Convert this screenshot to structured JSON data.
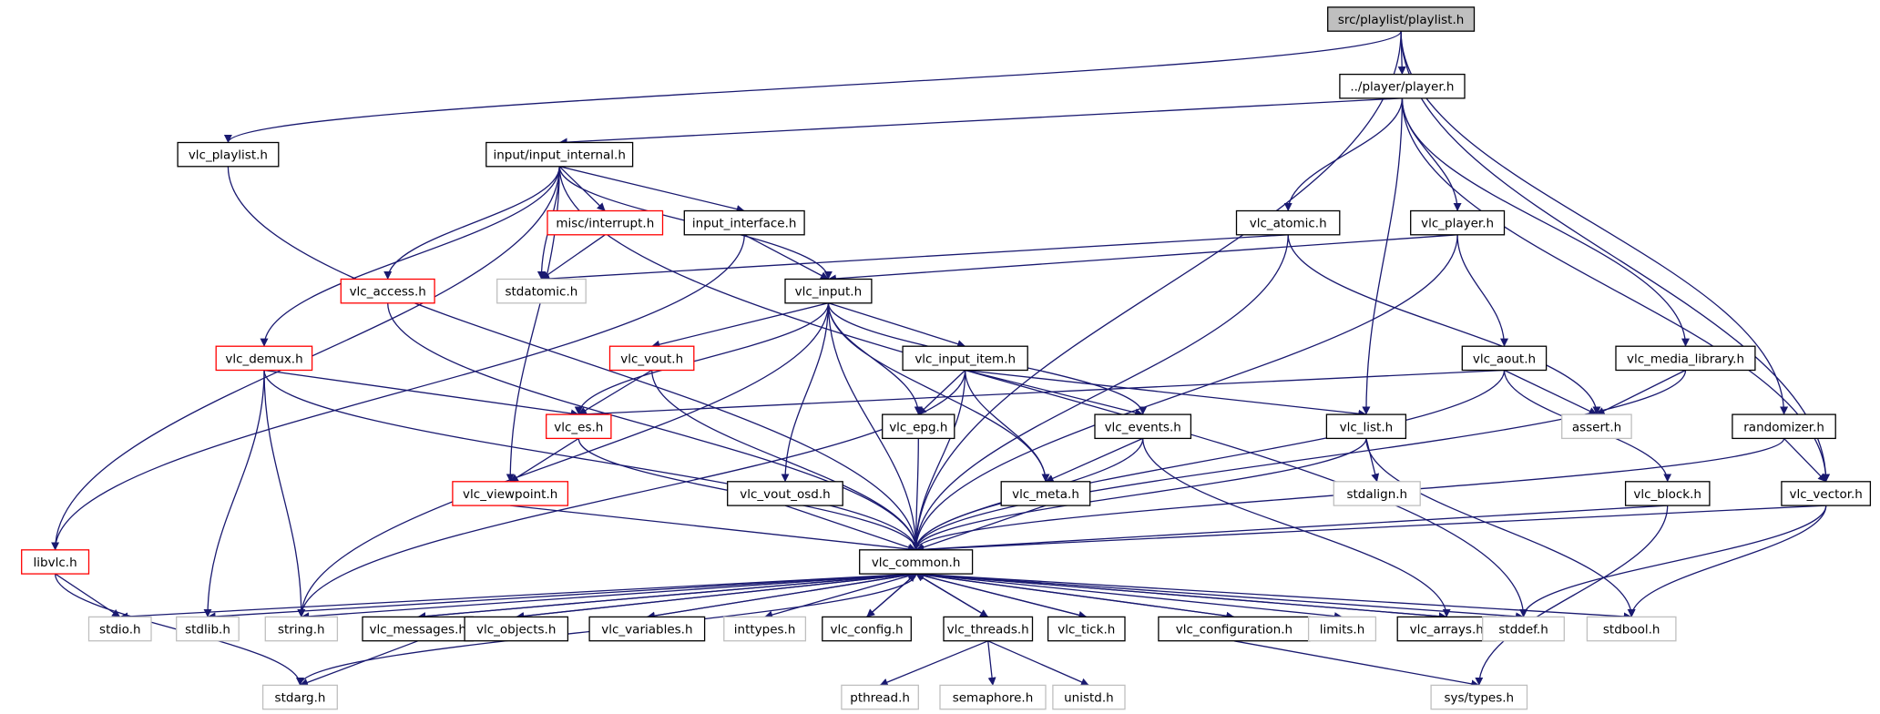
{
  "colors": {
    "edge": "#191970",
    "border_normal": "#000000",
    "border_missing": "#bfbfbf",
    "border_truncated": "#ff0000",
    "fill_root": "#bfbfbf",
    "fill_normal": "#ffffff",
    "text": "#000000"
  },
  "graph": {
    "nodes": [
      {
        "id": "root",
        "label": "src/playlist/playlist.h",
        "style": "root"
      },
      {
        "id": "player",
        "label": "../player/player.h",
        "style": "normal"
      },
      {
        "id": "vlc_playlist",
        "label": "vlc_playlist.h",
        "style": "normal"
      },
      {
        "id": "input_internal",
        "label": "input/input_internal.h",
        "style": "normal"
      },
      {
        "id": "interrupt",
        "label": "misc/interrupt.h",
        "style": "truncated"
      },
      {
        "id": "input_interface",
        "label": "input_interface.h",
        "style": "normal"
      },
      {
        "id": "vlc_atomic",
        "label": "vlc_atomic.h",
        "style": "normal"
      },
      {
        "id": "vlc_player",
        "label": "vlc_player.h",
        "style": "normal"
      },
      {
        "id": "vlc_access",
        "label": "vlc_access.h",
        "style": "truncated"
      },
      {
        "id": "stdatomic",
        "label": "stdatomic.h",
        "style": "missing"
      },
      {
        "id": "vlc_input",
        "label": "vlc_input.h",
        "style": "normal"
      },
      {
        "id": "vlc_demux",
        "label": "vlc_demux.h",
        "style": "truncated"
      },
      {
        "id": "vlc_vout",
        "label": "vlc_vout.h",
        "style": "truncated"
      },
      {
        "id": "vlc_input_item",
        "label": "vlc_input_item.h",
        "style": "normal"
      },
      {
        "id": "vlc_aout",
        "label": "vlc_aout.h",
        "style": "normal"
      },
      {
        "id": "vlc_media_library",
        "label": "vlc_media_library.h",
        "style": "normal"
      },
      {
        "id": "vlc_es",
        "label": "vlc_es.h",
        "style": "truncated"
      },
      {
        "id": "vlc_epg",
        "label": "vlc_epg.h",
        "style": "normal"
      },
      {
        "id": "vlc_events",
        "label": "vlc_events.h",
        "style": "normal"
      },
      {
        "id": "vlc_list",
        "label": "vlc_list.h",
        "style": "normal"
      },
      {
        "id": "assert",
        "label": "assert.h",
        "style": "missing"
      },
      {
        "id": "randomizer",
        "label": "randomizer.h",
        "style": "normal"
      },
      {
        "id": "vlc_viewpoint",
        "label": "vlc_viewpoint.h",
        "style": "truncated"
      },
      {
        "id": "vlc_vout_osd",
        "label": "vlc_vout_osd.h",
        "style": "normal"
      },
      {
        "id": "vlc_meta",
        "label": "vlc_meta.h",
        "style": "normal"
      },
      {
        "id": "stdalign",
        "label": "stdalign.h",
        "style": "missing"
      },
      {
        "id": "vlc_block",
        "label": "vlc_block.h",
        "style": "normal"
      },
      {
        "id": "vlc_vector",
        "label": "vlc_vector.h",
        "style": "normal"
      },
      {
        "id": "libvlc",
        "label": "libvlc.h",
        "style": "truncated"
      },
      {
        "id": "vlc_common",
        "label": "vlc_common.h",
        "style": "normal"
      },
      {
        "id": "stdio",
        "label": "stdio.h",
        "style": "missing"
      },
      {
        "id": "stdlib",
        "label": "stdlib.h",
        "style": "missing"
      },
      {
        "id": "string",
        "label": "string.h",
        "style": "missing"
      },
      {
        "id": "vlc_messages",
        "label": "vlc_messages.h",
        "style": "normal"
      },
      {
        "id": "vlc_objects",
        "label": "vlc_objects.h",
        "style": "normal"
      },
      {
        "id": "vlc_variables",
        "label": "vlc_variables.h",
        "style": "normal"
      },
      {
        "id": "inttypes",
        "label": "inttypes.h",
        "style": "missing"
      },
      {
        "id": "vlc_config",
        "label": "vlc_config.h",
        "style": "normal"
      },
      {
        "id": "vlc_threads",
        "label": "vlc_threads.h",
        "style": "normal"
      },
      {
        "id": "vlc_tick",
        "label": "vlc_tick.h",
        "style": "normal"
      },
      {
        "id": "vlc_configuration",
        "label": "vlc_configuration.h",
        "style": "normal"
      },
      {
        "id": "limits",
        "label": "limits.h",
        "style": "missing"
      },
      {
        "id": "vlc_arrays",
        "label": "vlc_arrays.h",
        "style": "normal"
      },
      {
        "id": "stddef",
        "label": "stddef.h",
        "style": "missing"
      },
      {
        "id": "stdbool",
        "label": "stdbool.h",
        "style": "missing"
      },
      {
        "id": "stdarg",
        "label": "stdarg.h",
        "style": "missing"
      },
      {
        "id": "pthread",
        "label": "pthread.h",
        "style": "missing"
      },
      {
        "id": "semaphore",
        "label": "semaphore.h",
        "style": "missing"
      },
      {
        "id": "unistd",
        "label": "unistd.h",
        "style": "missing"
      },
      {
        "id": "sys_types",
        "label": "sys/types.h",
        "style": "missing"
      }
    ],
    "edges": [
      [
        "root",
        "player"
      ],
      [
        "root",
        "vlc_playlist"
      ],
      [
        "root",
        "vlc_common"
      ],
      [
        "root",
        "randomizer"
      ],
      [
        "root",
        "vlc_vector"
      ],
      [
        "player",
        "input_internal"
      ],
      [
        "player",
        "vlc_atomic"
      ],
      [
        "player",
        "vlc_player"
      ],
      [
        "player",
        "vlc_list"
      ],
      [
        "player",
        "vlc_media_library"
      ],
      [
        "player",
        "vlc_vector"
      ],
      [
        "vlc_playlist",
        "vlc_common"
      ],
      [
        "input_internal",
        "interrupt"
      ],
      [
        "input_internal",
        "input_interface"
      ],
      [
        "input_internal",
        "vlc_input"
      ],
      [
        "input_internal",
        "stdatomic"
      ],
      [
        "input_internal",
        "vlc_access"
      ],
      [
        "input_internal",
        "vlc_demux"
      ],
      [
        "input_internal",
        "vlc_viewpoint"
      ],
      [
        "input_internal",
        "libvlc"
      ],
      [
        "input_internal",
        "stddef"
      ],
      [
        "interrupt",
        "stdatomic"
      ],
      [
        "input_interface",
        "vlc_input"
      ],
      [
        "input_interface",
        "libvlc"
      ],
      [
        "vlc_atomic",
        "stdatomic"
      ],
      [
        "vlc_atomic",
        "assert"
      ],
      [
        "vlc_atomic",
        "vlc_common"
      ],
      [
        "vlc_player",
        "vlc_input"
      ],
      [
        "vlc_player",
        "vlc_aout"
      ],
      [
        "vlc_player",
        "vlc_common"
      ],
      [
        "vlc_access",
        "vlc_common"
      ],
      [
        "vlc_input",
        "vlc_vout"
      ],
      [
        "vlc_input",
        "vlc_es"
      ],
      [
        "vlc_input",
        "vlc_input_item"
      ],
      [
        "vlc_input",
        "vlc_epg"
      ],
      [
        "vlc_input",
        "vlc_events"
      ],
      [
        "vlc_input",
        "vlc_meta"
      ],
      [
        "vlc_input",
        "vlc_vout_osd"
      ],
      [
        "vlc_input",
        "vlc_common"
      ],
      [
        "vlc_input",
        "string"
      ],
      [
        "vlc_demux",
        "vlc_es"
      ],
      [
        "vlc_demux",
        "vlc_common"
      ],
      [
        "vlc_demux",
        "stdlib"
      ],
      [
        "vlc_demux",
        "string"
      ],
      [
        "vlc_vout",
        "vlc_es"
      ],
      [
        "vlc_vout",
        "vlc_common"
      ],
      [
        "vlc_input_item",
        "vlc_epg"
      ],
      [
        "vlc_input_item",
        "vlc_events"
      ],
      [
        "vlc_input_item",
        "vlc_list"
      ],
      [
        "vlc_input_item",
        "vlc_meta"
      ],
      [
        "vlc_input_item",
        "vlc_common"
      ],
      [
        "vlc_input_item",
        "string"
      ],
      [
        "vlc_aout",
        "vlc_es"
      ],
      [
        "vlc_aout",
        "assert"
      ],
      [
        "vlc_aout",
        "vlc_block"
      ],
      [
        "vlc_aout",
        "vlc_common"
      ],
      [
        "vlc_media_library",
        "assert"
      ],
      [
        "vlc_media_library",
        "vlc_common"
      ],
      [
        "vlc_es",
        "vlc_viewpoint"
      ],
      [
        "vlc_es",
        "vlc_common"
      ],
      [
        "vlc_epg",
        "vlc_common"
      ],
      [
        "vlc_events",
        "vlc_meta"
      ],
      [
        "vlc_events",
        "vlc_common"
      ],
      [
        "vlc_events",
        "vlc_arrays"
      ],
      [
        "vlc_list",
        "stdalign"
      ],
      [
        "vlc_list",
        "vlc_common"
      ],
      [
        "vlc_list",
        "stdbool"
      ],
      [
        "randomizer",
        "vlc_vector"
      ],
      [
        "randomizer",
        "vlc_common"
      ],
      [
        "vlc_viewpoint",
        "vlc_common"
      ],
      [
        "vlc_vout_osd",
        "vlc_common"
      ],
      [
        "vlc_meta",
        "vlc_common"
      ],
      [
        "vlc_block",
        "vlc_common"
      ],
      [
        "vlc_block",
        "sys_types"
      ],
      [
        "vlc_vector",
        "vlc_common"
      ],
      [
        "vlc_vector",
        "stddef"
      ],
      [
        "vlc_vector",
        "stdbool"
      ],
      [
        "libvlc",
        "stdio"
      ],
      [
        "libvlc",
        "stdarg"
      ],
      [
        "vlc_common",
        "stdio"
      ],
      [
        "vlc_common",
        "stdlib"
      ],
      [
        "vlc_common",
        "string"
      ],
      [
        "vlc_common",
        "vlc_messages"
      ],
      [
        "vlc_common",
        "vlc_objects"
      ],
      [
        "vlc_common",
        "vlc_variables"
      ],
      [
        "vlc_common",
        "inttypes"
      ],
      [
        "vlc_common",
        "vlc_config"
      ],
      [
        "vlc_common",
        "vlc_threads"
      ],
      [
        "vlc_common",
        "vlc_tick"
      ],
      [
        "vlc_common",
        "vlc_configuration"
      ],
      [
        "vlc_common",
        "limits"
      ],
      [
        "vlc_common",
        "vlc_arrays"
      ],
      [
        "vlc_common",
        "stddef"
      ],
      [
        "vlc_common",
        "stdbool"
      ],
      [
        "vlc_common",
        "stdarg"
      ],
      [
        "vlc_messages",
        "vlc_common"
      ],
      [
        "vlc_messages",
        "stdarg"
      ],
      [
        "vlc_objects",
        "vlc_common"
      ],
      [
        "vlc_variables",
        "vlc_common"
      ],
      [
        "vlc_config",
        "vlc_common"
      ],
      [
        "vlc_threads",
        "vlc_common"
      ],
      [
        "vlc_threads",
        "pthread"
      ],
      [
        "vlc_threads",
        "semaphore"
      ],
      [
        "vlc_threads",
        "unistd"
      ],
      [
        "vlc_tick",
        "vlc_common"
      ],
      [
        "vlc_configuration",
        "vlc_common"
      ],
      [
        "vlc_configuration",
        "sys_types"
      ],
      [
        "vlc_arrays",
        "vlc_common"
      ]
    ]
  }
}
